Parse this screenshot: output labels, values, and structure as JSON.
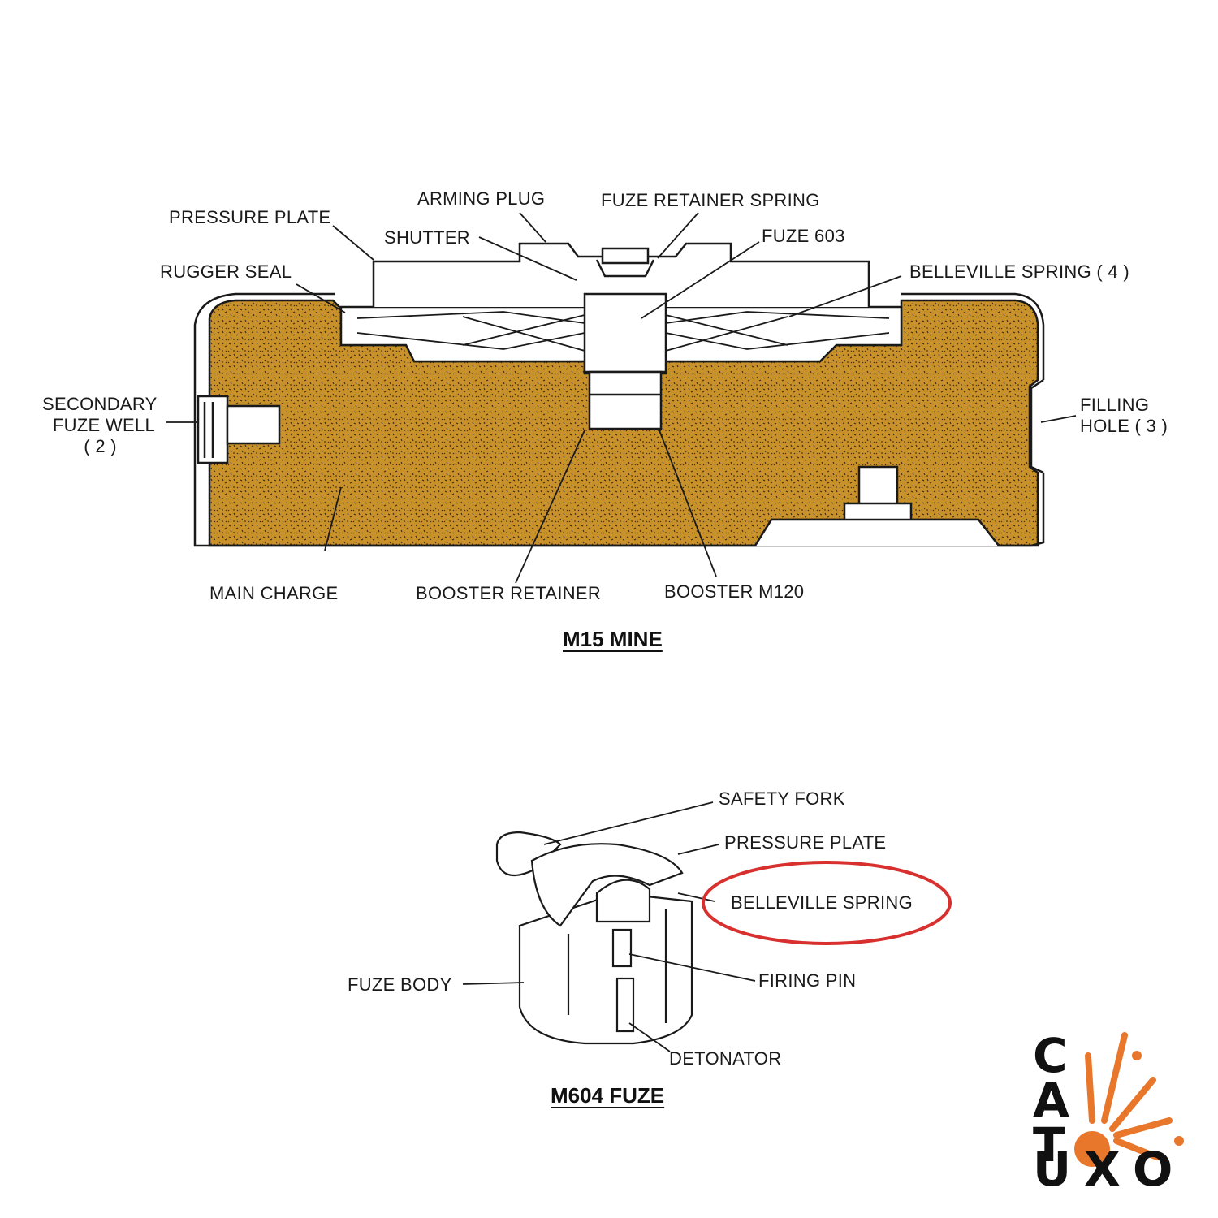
{
  "mine": {
    "title": "M15 MINE",
    "labels": {
      "arming_plug": "ARMING PLUG",
      "fuze_retainer_spring": "FUZE RETAINER SPRING",
      "pressure_plate": "PRESSURE PLATE",
      "shutter": "SHUTTER",
      "fuze_603": "FUZE 603",
      "rugger_seal": "RUGGER SEAL",
      "belleville_spring": "BELLEVILLE SPRING ( 4 )",
      "secondary_fuze_well": "SECONDARY\n  FUZE WELL\n        ( 2 )",
      "filling_hole": "FILLING\nHOLE ( 3 )",
      "main_charge": "MAIN CHARGE",
      "booster_retainer": "BOOSTER RETAINER",
      "booster_m120": "BOOSTER M120"
    }
  },
  "fuze": {
    "title": "M604  FUZE",
    "labels": {
      "safety_fork": "SAFETY FORK",
      "pressure_plate": "PRESSURE PLATE",
      "belleville_spring": "BELLEVILLE SPRING",
      "fuze_body": "FUZE BODY",
      "firing_pin": "FIRING PIN",
      "detonator": "DETONATOR"
    }
  },
  "logo": {
    "letters": [
      "C",
      "A",
      "T",
      "U",
      "X",
      "O"
    ],
    "accent_color": "#e8762b"
  },
  "colors": {
    "charge_fill": "#c8912a",
    "highlight_ring": "#d8302e",
    "line": "#1a1a1a"
  }
}
